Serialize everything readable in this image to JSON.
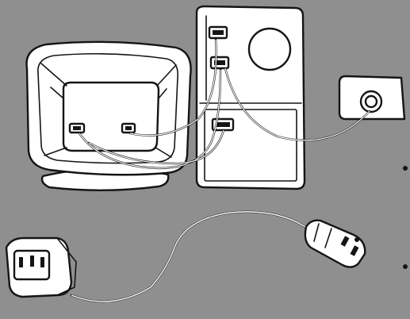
{
  "scene": {
    "background_color": "#8f8f8f",
    "ink_color": "#151515",
    "paper_color": "#ffffff",
    "objects": [
      {
        "name": "crt-monitor-rear",
        "icon": "monitor-icon"
      },
      {
        "name": "computer-unit-rear",
        "icon": "computer-case-icon"
      },
      {
        "name": "wall-outlet",
        "icon": "outlet-icon"
      },
      {
        "name": "power-cord",
        "icon": "power-cable-icon"
      }
    ]
  }
}
